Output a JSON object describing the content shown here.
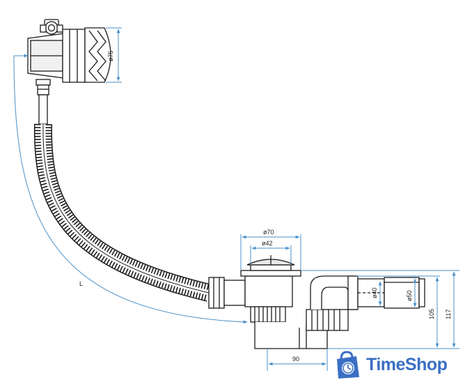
{
  "dimensions": {
    "d75": "ø75",
    "d70": "ø70",
    "d42": "ø42",
    "d40": "ø40",
    "d50": "ø50",
    "h105": "105",
    "h117": "117",
    "w90": "90",
    "length": "L"
  },
  "logo": {
    "text": "TimeShop",
    "icon": "shopping-bag-clock-icon",
    "color": "#3b6fc4"
  },
  "colors": {
    "line": "#1a1a1a",
    "dimension_line": "#4a8fc7"
  }
}
